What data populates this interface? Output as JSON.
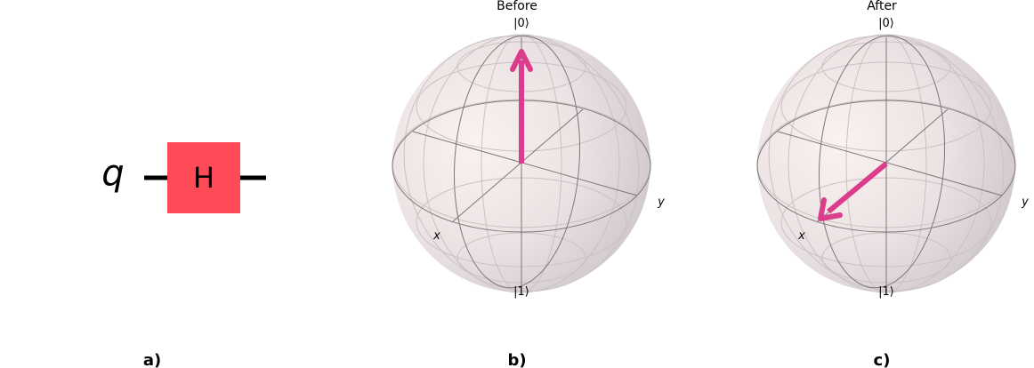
{
  "circuit": {
    "qubit_label": "q",
    "gate_label": "H",
    "gate_color": "#ff4b57"
  },
  "spheres": [
    {
      "title": "Before",
      "ket0": "|0⟩",
      "ket1": "|1⟩",
      "x_label": "x",
      "y_label": "y",
      "vector": "|0⟩"
    },
    {
      "title": "After",
      "ket0": "|0⟩",
      "ket1": "|1⟩",
      "x_label": "x",
      "y_label": "y",
      "vector": "+x"
    }
  ],
  "panel_labels": [
    "a)",
    "b)",
    "c)"
  ],
  "colors": {
    "vector": "#dc3c8c",
    "sphere_fill": "#e8dede",
    "wire": "#000000"
  }
}
